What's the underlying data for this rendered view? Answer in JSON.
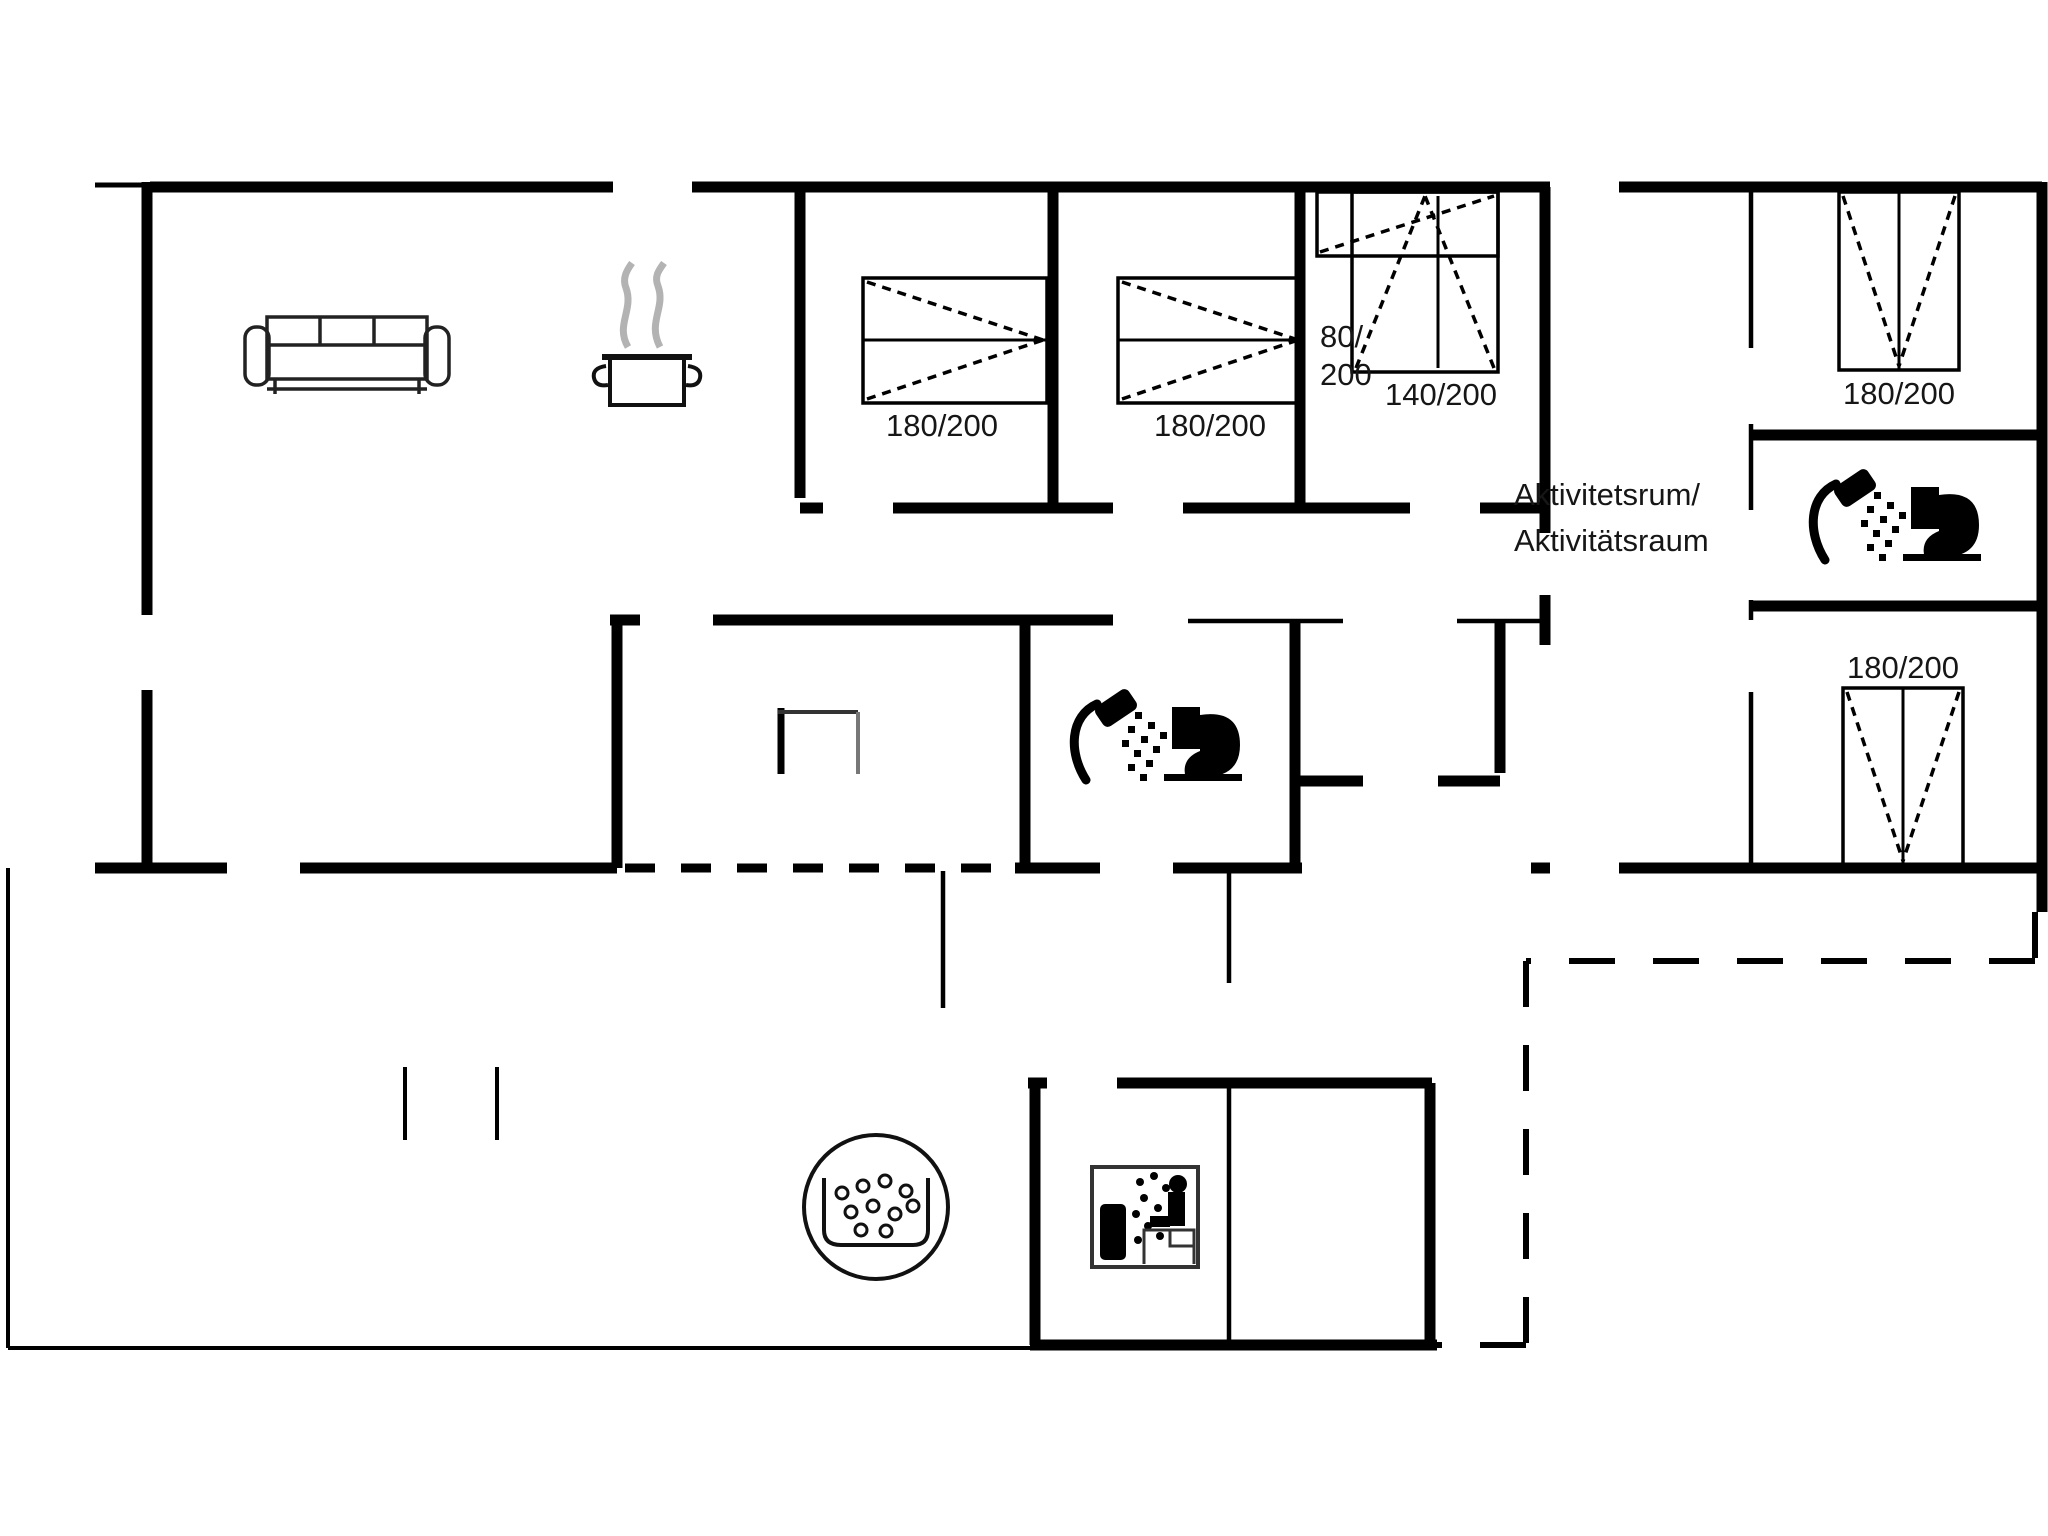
{
  "plan": {
    "title_hint": "holiday-house floor plan",
    "colors": {
      "walls": "#000000",
      "text": "#161616",
      "steam": "#b3b3b3",
      "background": "#ffffff"
    },
    "labels": {
      "bedroom1_bed": "180/200",
      "bedroom2_bed": "180/200",
      "bunk_small_bed_line1": "80/",
      "bunk_small_bed_line2": "200",
      "bunk_large_bed": "140/200",
      "activity_room_line1": "Aktivitetsrum/",
      "activity_room_line2": "Aktivitätsraum",
      "right_top_bedroom_bed": "180/200",
      "right_bottom_bedroom_bed": "180/200"
    },
    "icons": [
      "sofa-icon",
      "cooking-pot-icon",
      "fireplace-icon",
      "shower-icon-main-bath",
      "toilet-icon-main-bath",
      "shower-icon-right-bath",
      "toilet-icon-right-bath",
      "sauna-icon",
      "hot-tub-icon",
      "double-bed-symbol",
      "bunk-bed-symbol"
    ]
  }
}
